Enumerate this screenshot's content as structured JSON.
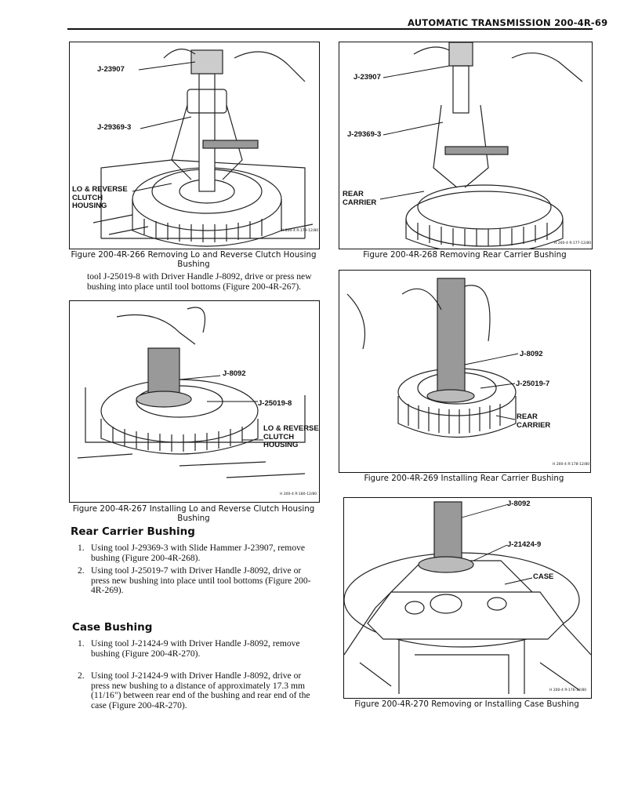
{
  "header": {
    "title": "AUTOMATIC TRANSMISSION 200-4R-69"
  },
  "figures": {
    "f266": {
      "labels": {
        "l1": "J-23907",
        "l2": "J-29369-3",
        "l3": "LO & REVERSE\nCLUTCH\nHOUSING"
      },
      "code": "H 200-4 R-179-12/80",
      "caption": "Figure 200-4R-266 Removing Lo and Reverse Clutch Housing\nBushing"
    },
    "f268": {
      "labels": {
        "l1": "J-23907",
        "l2": "J-29369-3",
        "l3": "REAR\nCARRIER"
      },
      "code": "H 200-4 R-177-12/80",
      "caption": "Figure 200-4R-268 Removing Rear Carrier Bushing"
    },
    "f267": {
      "labels": {
        "l1": "J-8092",
        "l2": "J-25019-8",
        "l3": "LO & REVERSE\nCLUTCH\nHOUSING"
      },
      "code": "H 200-4 R-180-12/80",
      "caption": "Figure 200-4R-267 Installing Lo and Reverse Clutch Housing\nBushing"
    },
    "f269": {
      "labels": {
        "l1": "J-8092",
        "l2": "J-25019-7",
        "l3": "REAR\nCARRIER"
      },
      "code": "H 200-4 R-178-12/80",
      "caption": "Figure 200-4R-269 Installing Rear Carrier Bushing"
    },
    "f270": {
      "labels": {
        "l1": "J-8092",
        "l2": "J-21424-9",
        "l3": "CASE"
      },
      "code": "H 200-4 R-176-12/80",
      "caption": "Figure 200-4R-270 Removing or Installing Case Bushing"
    }
  },
  "intro_text": "tool J-25019-8 with Driver Handle J-8092, drive or press new\nbushing into place until tool bottoms (Figure 200-4R-267).",
  "rear_carrier": {
    "heading": "Rear Carrier Bushing",
    "steps": [
      {
        "n": "1.",
        "text": "Using tool J-29369-3 with Slide Hammer J-23907, remove\nbushing (Figure 200-4R-268)."
      },
      {
        "n": "2.",
        "text": "Using tool J-25019-7 with Driver Handle J-8092, drive or\npress new bushing into place until tool bottoms (Figure 200-\n4R-269)."
      }
    ]
  },
  "case_bushing": {
    "heading": "Case Bushing",
    "steps": [
      {
        "n": "1.",
        "text": "Using tool J-21424-9 with Driver Handle J-8092, remove\nbushing (Figure 200-4R-270)."
      },
      {
        "n": "2.",
        "text": "Using tool J-21424-9 with Driver Handle J-8092, drive or\npress new bushing to a distance of approximately 17.3 mm\n(11/16\") between rear end of the bushing and rear end of the\ncase (Figure 200-4R-270)."
      }
    ]
  }
}
